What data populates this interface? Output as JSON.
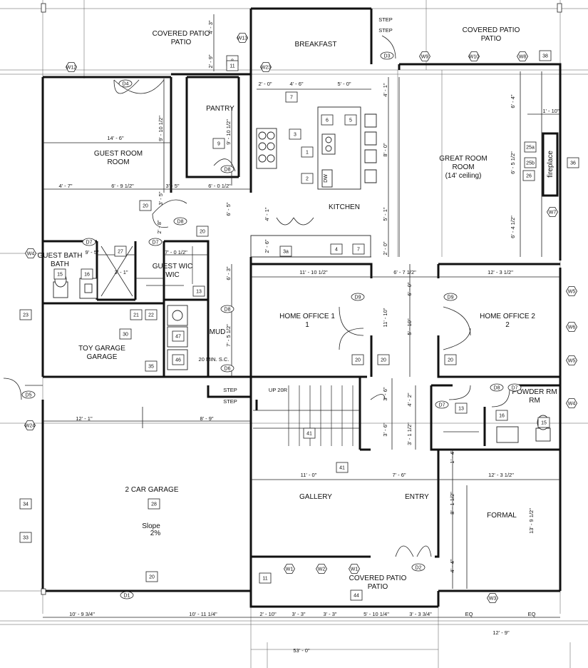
{
  "rooms": {
    "covered_patio_nw": "COVERED PATIO",
    "breakfast": "BREAKFAST",
    "covered_patio_ne": "COVERED PATIO",
    "pantry": "PANTRY",
    "guest_room": "GUEST ROOM",
    "kitchen": "KITCHEN",
    "great_room": "GREAT ROOM",
    "great_room_note": "(14' ceiling)",
    "fireplace": "fireplace",
    "guest_bath": "GUEST BATH",
    "guest_wic": "GUEST WIC",
    "home_office_1": "HOME OFFICE 1",
    "home_office_2": "HOME OFFICE 2",
    "toy_garage": "TOY GARAGE",
    "mud": "MUD",
    "mud_note": "20 MIN. S.C.",
    "powder_rm": "POWDER RM",
    "step_1": "STEP",
    "step_2": "STEP",
    "step_3": "STEP",
    "step_4": "STEP",
    "up": "UP 20R",
    "two_car_garage": "2 CAR GARAGE",
    "slope": "Slope",
    "slope_pct": "2%",
    "gallery": "GALLERY",
    "entry": "ENTRY",
    "formal": "FORMAL",
    "covered_patio_s": "COVERED PATIO",
    "dw": "DW"
  },
  "dimensions": {
    "d_4_3": "4' - 3\"",
    "d_2_9": "2' - 9\"",
    "d_2_0": "2' - 0\"",
    "d_4_6": "4' - 6\"",
    "d_5_0": "5' - 0\"",
    "d_4_1_top": "4' - 1\"",
    "d_1_10": "1' - 10\"",
    "d_6_4": "6' - 4\"",
    "d_14_6": "14' - 6\"",
    "d_9_10_half_a": "9' - 10 1/2\"",
    "d_9_10_half_b": "9' - 10 1/2\"",
    "d_8_0": "8' - 0\"",
    "d_6_5_half": "6' - 5 1/2\"",
    "d_4_7": "4' - 7\"",
    "d_6_9_half": "6' - 9 1/2\"",
    "d_3_5": "3' - 5\"",
    "d_6_0_half": "6' - 0 1/2\"",
    "d_3_5_v": "3' - 5\"",
    "d_6_5": "6' - 5\"",
    "d_4_1": "4' - 1\"",
    "d_5_1": "5' - 1\"",
    "d_6_4_half": "6' - 4 1/2\"",
    "d_2_8": "2' - 8\"",
    "d_2_6": "2' - 6\"",
    "d_2_0_b": "2' - 0\"",
    "d_9_5": "9' - 5\"",
    "d_7_0_half": "7' - 0 1/2\"",
    "d_3_1": "3' - 1\"",
    "d_6_3": "6' - 3\"",
    "d_11_10_half": "11' - 10 1/2\"",
    "d_6_7_half": "6' - 7 1/2\"",
    "d_12_3_half_a": "12' - 3 1/2\"",
    "d_6_0": "6' - 0\"",
    "d_11_10": "11' - 10\"",
    "d_5_10": "5' - 10\"",
    "d_7_5_half": "7' - 5 1/2\"",
    "d_3_6_a": "3' - 6\"",
    "d_3_6_b": "3' - 6\"",
    "d_4_2": "4' - 2\"",
    "d_3_1_half": "3' - 1 1/2\"",
    "d_1_4": "1' - 4\"",
    "d_12_1": "12' - 1\"",
    "d_8_9": "8' - 9\"",
    "d_11_0": "11' - 0\"",
    "d_7_6": "7' - 6\"",
    "d_12_3_half_b": "12' - 3 1/2\"",
    "d_8_1_half": "8' - 1 1/2\"",
    "d_13_9_half": "13' - 9 1/2\"",
    "d_4_4": "4' - 4\"",
    "d_10_9_3q": "10' - 9 3/4\"",
    "d_10_11_q": "10' - 11 1/4\"",
    "d_2_10": "2' - 10\"",
    "d_3_3_a": "3' - 3\"",
    "d_3_3_b": "3' - 3\"",
    "d_5_10_q": "5' - 10 1/4\"",
    "d_3_3_3q": "3' - 3 3/4\"",
    "d_eq_a": "EQ",
    "d_eq_b": "EQ",
    "d_12_9": "12' - 9\"",
    "d_53_0": "53' - 0\""
  },
  "doors": [
    "D1",
    "D2",
    "D3",
    "D4",
    "D5",
    "D6",
    "D7",
    "D7",
    "D7",
    "D7",
    "D8",
    "D8",
    "D8",
    "D8",
    "D9",
    "D9"
  ],
  "windows": [
    "W1",
    "W1",
    "W2",
    "W3",
    "W4",
    "W4",
    "W5",
    "W5",
    "W6",
    "W7",
    "W8",
    "W9",
    "W10",
    "W12",
    "W13",
    "W23",
    "W24"
  ],
  "keynotes": [
    "1",
    "2",
    "3",
    "3a",
    "4",
    "5",
    "6",
    "7",
    "7",
    "8",
    "9",
    "11",
    "11",
    "13",
    "13",
    "15",
    "15",
    "16",
    "16",
    "20",
    "20",
    "20",
    "20",
    "20",
    "20",
    "21",
    "22",
    "23",
    "25a",
    "25b",
    "26",
    "27",
    "28",
    "30",
    "33",
    "34",
    "35",
    "36",
    "38",
    "41",
    "41",
    "44",
    "46",
    "47"
  ]
}
